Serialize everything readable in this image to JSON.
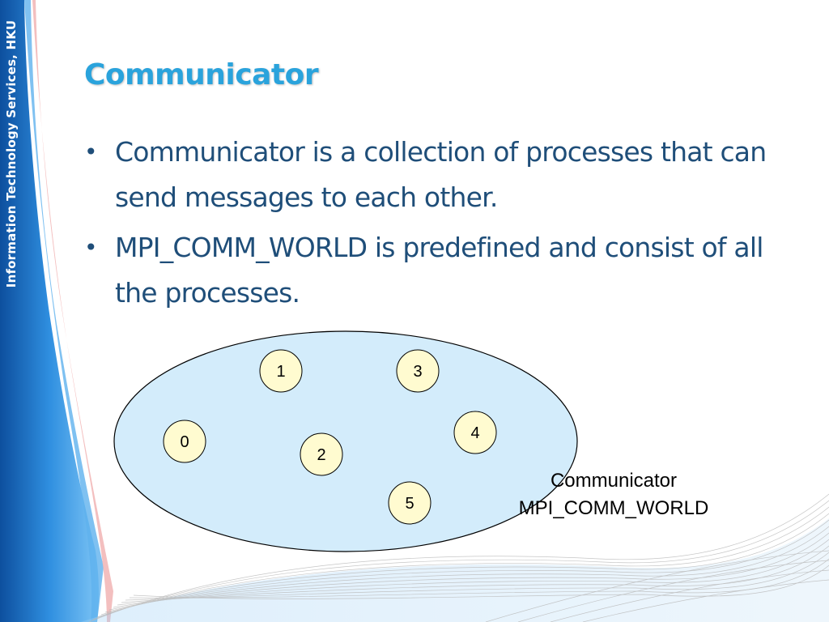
{
  "sidebar": {
    "label": "Information Technology Services, HKU"
  },
  "slide": {
    "title": "Communicator",
    "bullets": [
      "Communicator is a collection of processes that can send messages to each other.",
      "MPI_COMM_WORLD is predefined and consist of all the processes."
    ]
  },
  "diagram": {
    "nodes": [
      "0",
      "1",
      "2",
      "3",
      "4",
      "5"
    ],
    "caption_line1": "Communicator",
    "caption_line2": "MPI_COMM_WORLD"
  },
  "colors": {
    "title": "#2aa3dc",
    "body_text": "#1f4e79",
    "ellipse_fill": "#d3ecfb",
    "node_fill": "#fffbd0",
    "sidebar_blue": "#1e6fc6"
  }
}
